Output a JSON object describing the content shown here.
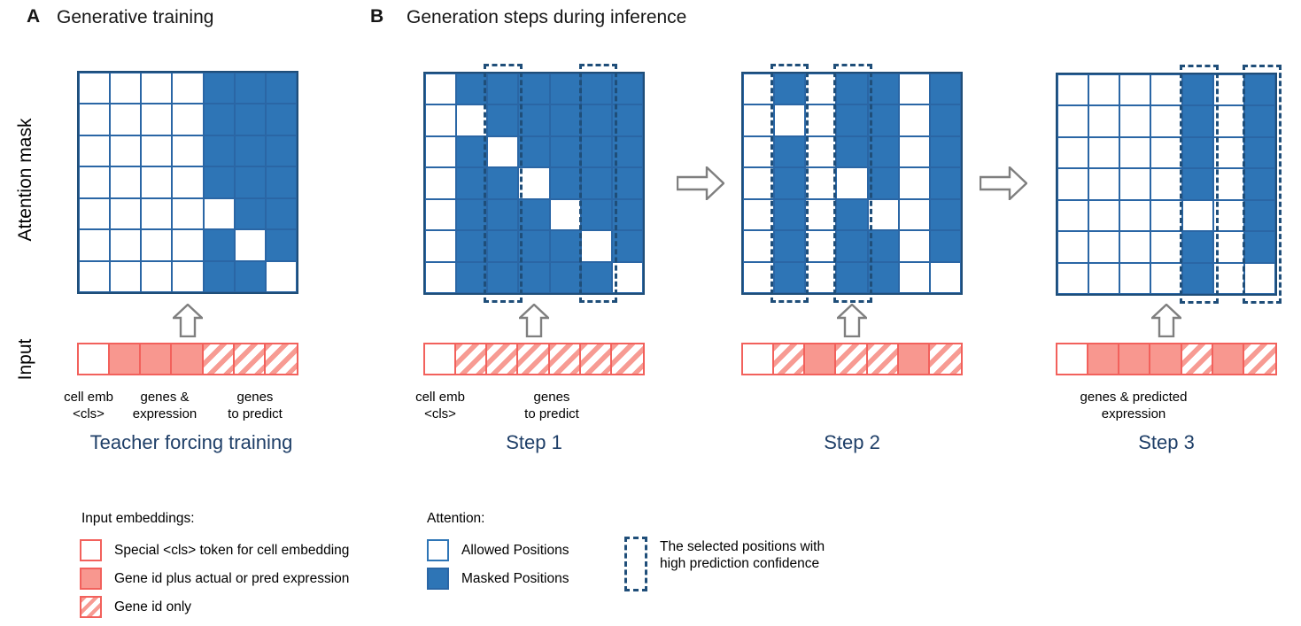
{
  "panel_a": {
    "letter": "A",
    "title": "Generative training"
  },
  "panel_b": {
    "letter": "B",
    "title": "Generation steps during inference"
  },
  "axis_labels": {
    "attention_mask": "Attention mask",
    "input": "Input"
  },
  "grids": {
    "training": {
      "mask": [
        [
          0,
          0,
          0,
          0,
          1,
          1,
          1
        ],
        [
          0,
          0,
          0,
          0,
          1,
          1,
          1
        ],
        [
          0,
          0,
          0,
          0,
          1,
          1,
          1
        ],
        [
          0,
          0,
          0,
          0,
          1,
          1,
          1
        ],
        [
          0,
          0,
          0,
          0,
          0,
          1,
          1
        ],
        [
          0,
          0,
          0,
          0,
          1,
          0,
          1
        ],
        [
          0,
          0,
          0,
          0,
          1,
          1,
          0
        ]
      ],
      "selected_columns": []
    },
    "step1": {
      "mask": [
        [
          0,
          1,
          1,
          1,
          1,
          1,
          1
        ],
        [
          0,
          0,
          1,
          1,
          1,
          1,
          1
        ],
        [
          0,
          1,
          0,
          1,
          1,
          1,
          1
        ],
        [
          0,
          1,
          1,
          0,
          1,
          1,
          1
        ],
        [
          0,
          1,
          1,
          1,
          0,
          1,
          1
        ],
        [
          0,
          1,
          1,
          1,
          1,
          0,
          1
        ],
        [
          0,
          1,
          1,
          1,
          1,
          1,
          0
        ]
      ],
      "selected_columns": [
        3,
        6
      ]
    },
    "step2": {
      "mask": [
        [
          0,
          1,
          0,
          1,
          1,
          0,
          1
        ],
        [
          0,
          0,
          0,
          1,
          1,
          0,
          1
        ],
        [
          0,
          1,
          0,
          1,
          1,
          0,
          1
        ],
        [
          0,
          1,
          0,
          0,
          1,
          0,
          1
        ],
        [
          0,
          1,
          0,
          1,
          0,
          0,
          1
        ],
        [
          0,
          1,
          0,
          1,
          1,
          0,
          1
        ],
        [
          0,
          1,
          0,
          1,
          1,
          0,
          0
        ]
      ],
      "selected_columns": [
        2,
        4
      ]
    },
    "step3": {
      "mask": [
        [
          0,
          0,
          0,
          0,
          1,
          0,
          1
        ],
        [
          0,
          0,
          0,
          0,
          1,
          0,
          1
        ],
        [
          0,
          0,
          0,
          0,
          1,
          0,
          1
        ],
        [
          0,
          0,
          0,
          0,
          1,
          0,
          1
        ],
        [
          0,
          0,
          0,
          0,
          0,
          0,
          1
        ],
        [
          0,
          0,
          0,
          0,
          1,
          0,
          1
        ],
        [
          0,
          0,
          0,
          0,
          1,
          0,
          0
        ]
      ],
      "selected_columns": [
        5,
        7
      ]
    }
  },
  "inputs": {
    "training": [
      "cls",
      "solid",
      "solid",
      "solid",
      "hatch",
      "hatch",
      "hatch"
    ],
    "step1": [
      "cls",
      "hatch",
      "hatch",
      "hatch",
      "hatch",
      "hatch",
      "hatch"
    ],
    "step2": [
      "cls",
      "hatch",
      "solid",
      "hatch",
      "hatch",
      "solid",
      "hatch"
    ],
    "step3": [
      "cls",
      "solid",
      "solid",
      "solid",
      "hatch",
      "solid",
      "hatch"
    ]
  },
  "annotations": {
    "training": [
      "cell emb\n<cls>",
      "genes &\nexpression",
      "genes\nto predict"
    ],
    "step1": [
      "cell emb\n<cls>",
      "genes\nto predict"
    ],
    "step3": [
      "genes & predicted\nexpression"
    ]
  },
  "titles": {
    "training": "Teacher forcing training",
    "step1": "Step 1",
    "step2": "Step 2",
    "step3": "Step 3"
  },
  "legend_input": {
    "title": "Input embeddings:",
    "items": [
      {
        "swatch": "cls",
        "label": "Special <cls> token for cell embedding"
      },
      {
        "swatch": "solid",
        "label": "Gene id plus actual or pred expression"
      },
      {
        "swatch": "hatch",
        "label": "Gene id only"
      }
    ]
  },
  "legend_attention": {
    "title": "Attention:",
    "items": [
      {
        "swatch": "allowed",
        "label": "Allowed Positions"
      },
      {
        "swatch": "masked",
        "label": "Masked Positions"
      }
    ],
    "dashed_item": {
      "label": "The selected positions with\nhigh prediction confidence"
    }
  },
  "colors": {
    "masked_blue": "#2E75B6",
    "grid_line": "#2A66A5",
    "grid_outline": "#1F4E79",
    "selection_dash": "#1F4E79",
    "input_fill": "#F8978F",
    "input_border": "#F2615C",
    "input_stripe": "#F79B93",
    "title_navy": "#1F3F68",
    "arrow_gray": "#7F7F7F"
  }
}
